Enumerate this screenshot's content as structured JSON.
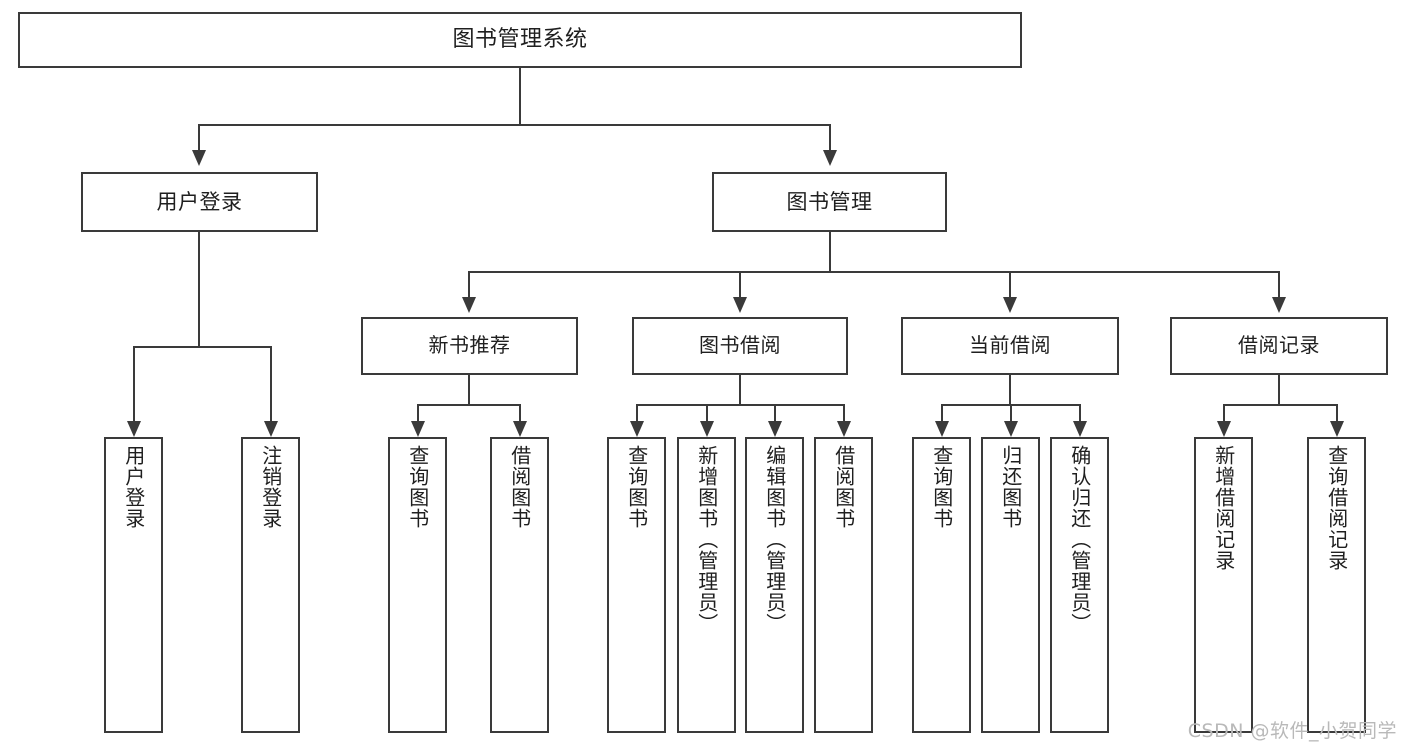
{
  "diagram": {
    "type": "tree",
    "title": "图书管理系统",
    "root": {
      "label": "图书管理系统"
    },
    "level2": [
      {
        "label": "用户登录"
      },
      {
        "label": "图书管理"
      }
    ],
    "level3": [
      {
        "label": "新书推荐"
      },
      {
        "label": "图书借阅"
      },
      {
        "label": "当前借阅"
      },
      {
        "label": "借阅记录"
      }
    ],
    "leaves": {
      "user_login": [
        {
          "label": "用户登录"
        },
        {
          "label": "注销登录"
        }
      ],
      "new_book_recommend": [
        {
          "label": "查询图书"
        },
        {
          "label": "借阅图书"
        }
      ],
      "book_borrow": [
        {
          "label": "查询图书"
        },
        {
          "label": "新增图书（管理员）"
        },
        {
          "label": "编辑图书（管理员）"
        },
        {
          "label": "借阅图书"
        }
      ],
      "current_borrow": [
        {
          "label": "查询图书"
        },
        {
          "label": "归还图书"
        },
        {
          "label": "确认归还（管理员）"
        }
      ],
      "borrow_record": [
        {
          "label": "新增借阅记录"
        },
        {
          "label": "查询借阅记录"
        }
      ]
    }
  },
  "watermark": {
    "text": "CSDN @软件_小贺同学"
  },
  "colors": {
    "stroke": "#3a3a3a",
    "fill": "#ffffff",
    "text": "#1f1f1f",
    "watermark": "#b9b9b9"
  }
}
